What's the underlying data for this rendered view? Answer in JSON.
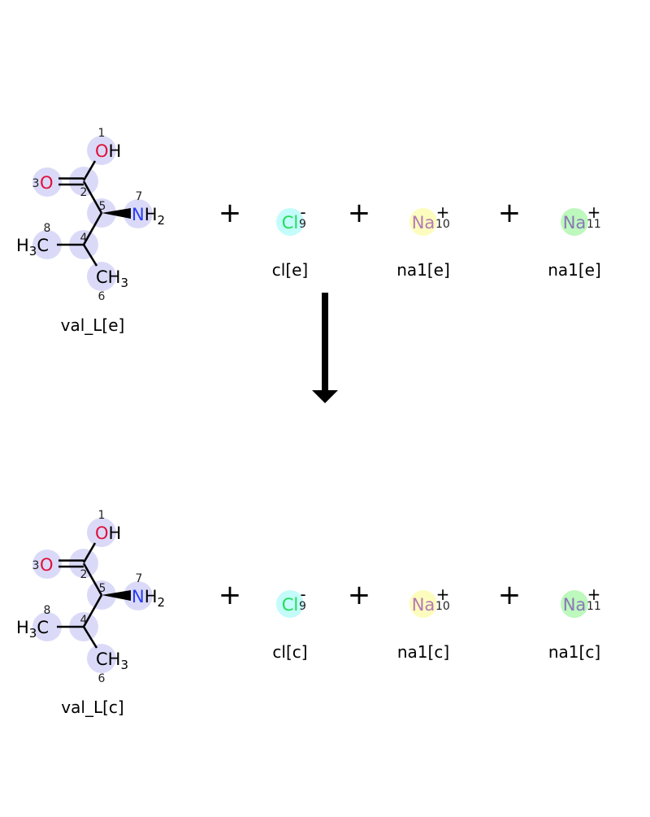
{
  "molecule_atoms": [
    {
      "index": "1",
      "parts": [
        {
          "t": "O",
          "color": "#e0103a"
        },
        {
          "t": "H"
        }
      ]
    },
    {
      "index": "2",
      "parts": []
    },
    {
      "index": "3",
      "parts": [
        {
          "t": "O",
          "color": "#e0103a"
        }
      ]
    },
    {
      "index": "4",
      "parts": []
    },
    {
      "index": "5",
      "parts": []
    },
    {
      "index": "6",
      "parts": [
        {
          "t": "CH"
        },
        {
          "t": "3",
          "sub": true
        }
      ]
    },
    {
      "index": "7",
      "parts": [
        {
          "t": "N",
          "color": "#2a3cf0"
        },
        {
          "t": "H"
        },
        {
          "t": "2",
          "sub": true
        }
      ]
    },
    {
      "index": "8",
      "parts": [
        {
          "t": "H"
        },
        {
          "t": "3",
          "sub": true
        },
        {
          "t": "C"
        }
      ]
    }
  ],
  "ions": [
    {
      "symbol": "Cl",
      "charge": "-",
      "index": "9",
      "text_color": "#22dd55",
      "highlight": "#c4fbfb"
    },
    {
      "symbol": "Na",
      "charge": "+",
      "index": "10",
      "text_color": "#b57ab5",
      "highlight": "#fcfcbe"
    },
    {
      "symbol": "Na",
      "charge": "+",
      "index": "11",
      "text_color": "#8a78b8",
      "highlight": "#bdf8bd"
    }
  ],
  "atom_highlight": "#dadaf8",
  "plus": "+",
  "reactants": {
    "labels": [
      "val_L[e]",
      "cl[e]",
      "na1[e]",
      "na1[e]"
    ]
  },
  "products": {
    "labels": [
      "val_L[c]",
      "cl[c]",
      "na1[c]",
      "na1[c]"
    ]
  }
}
